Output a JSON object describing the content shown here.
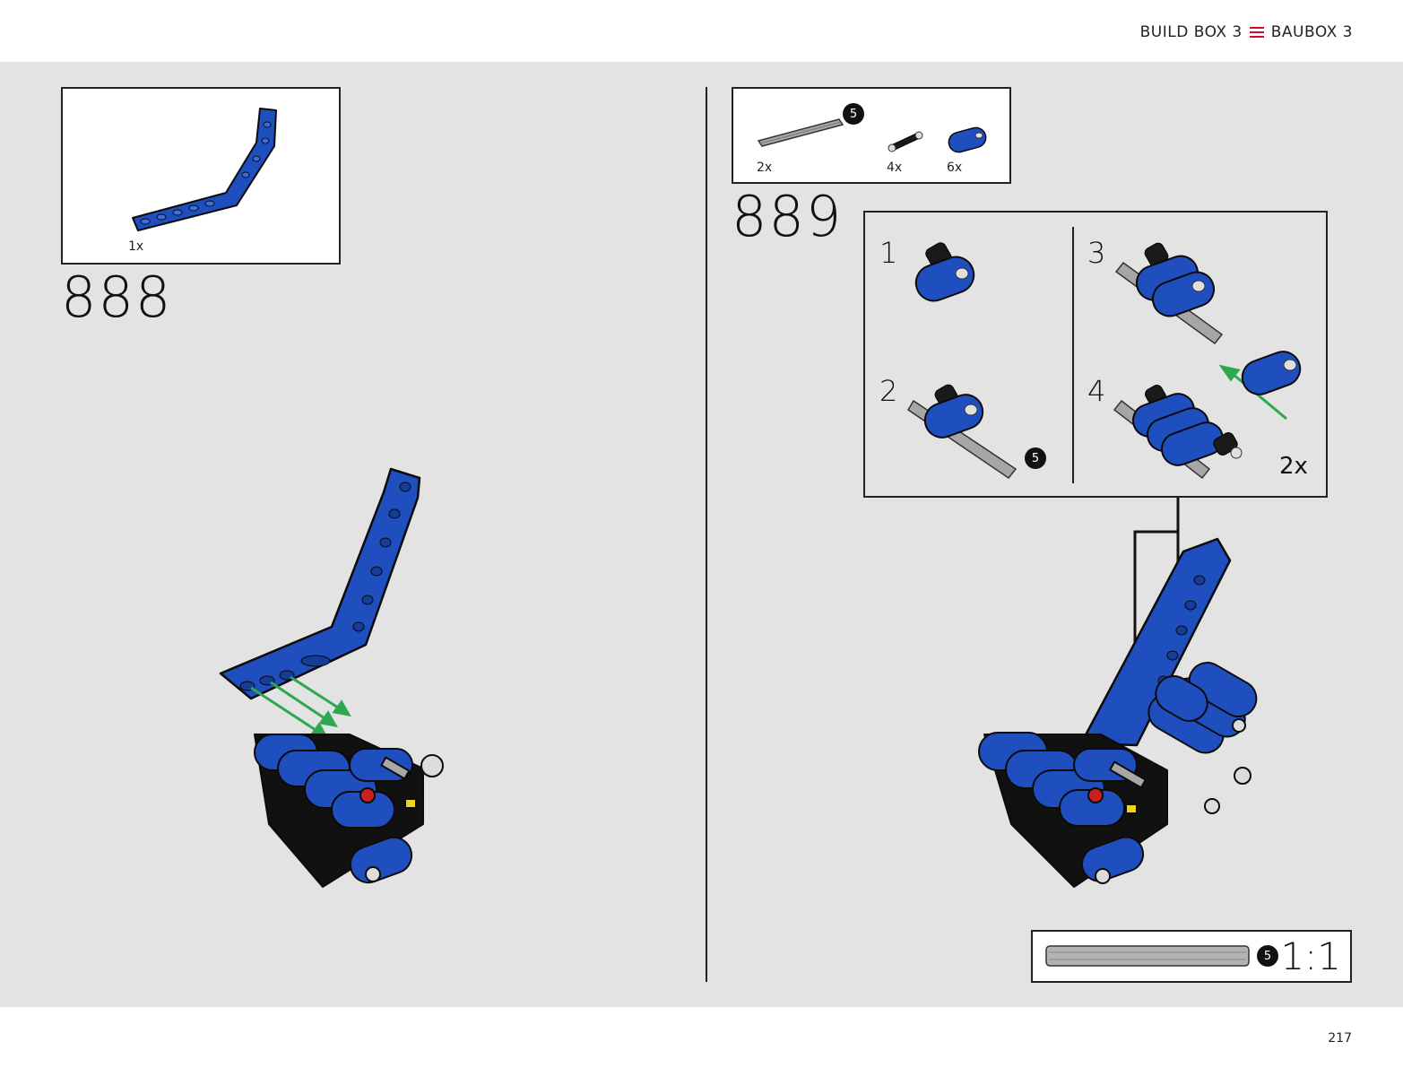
{
  "header": {
    "left_label": "BUILD BOX 3",
    "right_label": "BAUBOX 3",
    "separator_icon": "menu-icon",
    "accent_color": "#c8102e"
  },
  "step888": {
    "number": "888",
    "parts": [
      {
        "qty": "1x",
        "icon": "bent-liftarm-icon"
      }
    ]
  },
  "step889": {
    "number": "889",
    "parts": [
      {
        "qty": "2x",
        "icon": "axle-icon",
        "badge": "5"
      },
      {
        "qty": "4x",
        "icon": "pin-icon"
      },
      {
        "qty": "6x",
        "icon": "liftarm-icon"
      }
    ],
    "substeps": [
      {
        "number": "1"
      },
      {
        "number": "2",
        "badge": "5"
      },
      {
        "number": "3"
      },
      {
        "number": "4"
      }
    ],
    "multiplier": "2x"
  },
  "scale": {
    "badge": "5",
    "label": "1:1"
  },
  "page_number": "217",
  "colors": {
    "background": "#e3e3e3",
    "brick_blue": "#1f4fbf",
    "arrow_green": "#2ea84f"
  }
}
